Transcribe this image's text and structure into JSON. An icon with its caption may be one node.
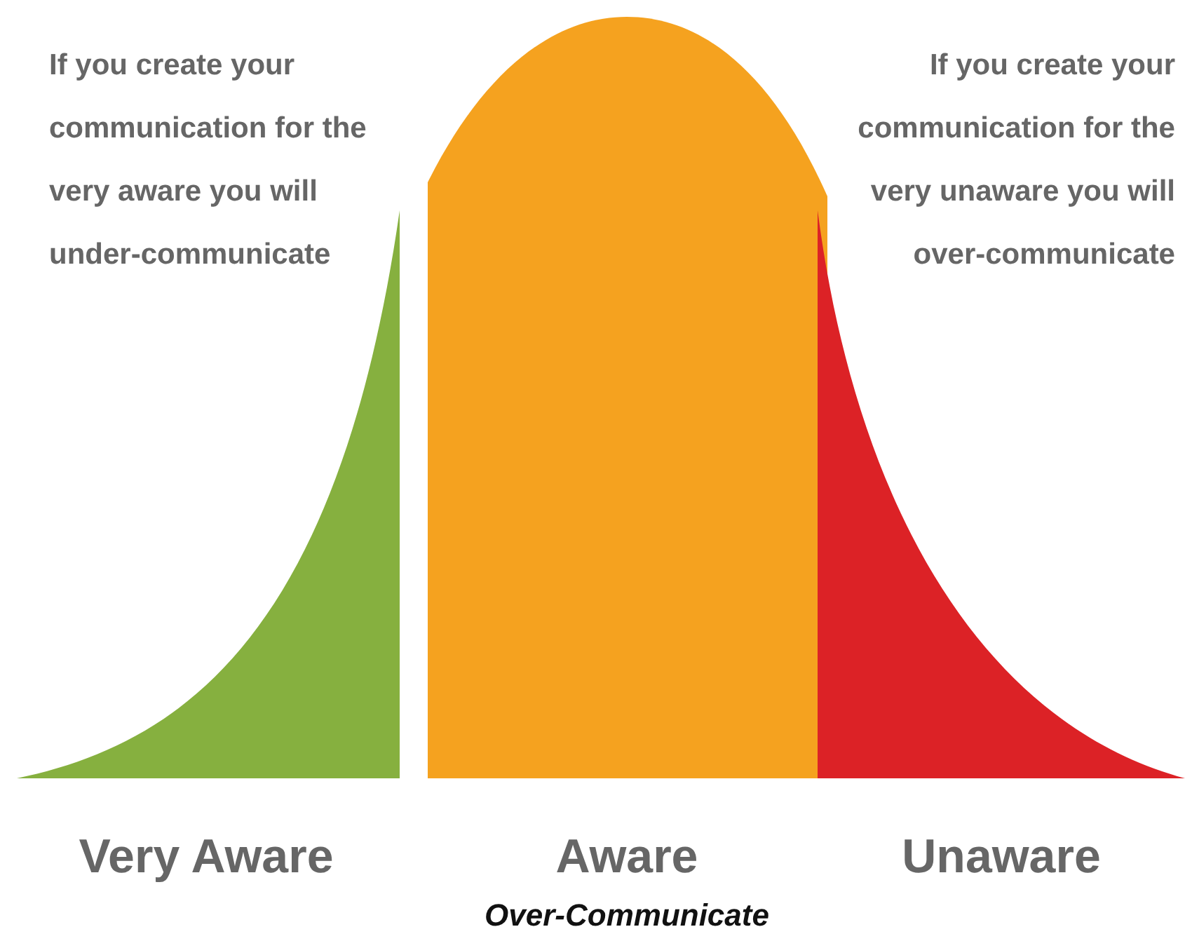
{
  "diagram": {
    "nodes": [
      {
        "text": [
          "Very Aware"
        ]
      },
      {
        "text": [
          "Aware"
        ]
      },
      {
        "text": [
          "Unaware"
        ]
      }
    ],
    "labels": [
      "If you create your communication for the very aware you will under-communicate",
      "If you create your communication for the very unaware you will over-communicate",
      "Over-Communicate"
    ]
  }
}
